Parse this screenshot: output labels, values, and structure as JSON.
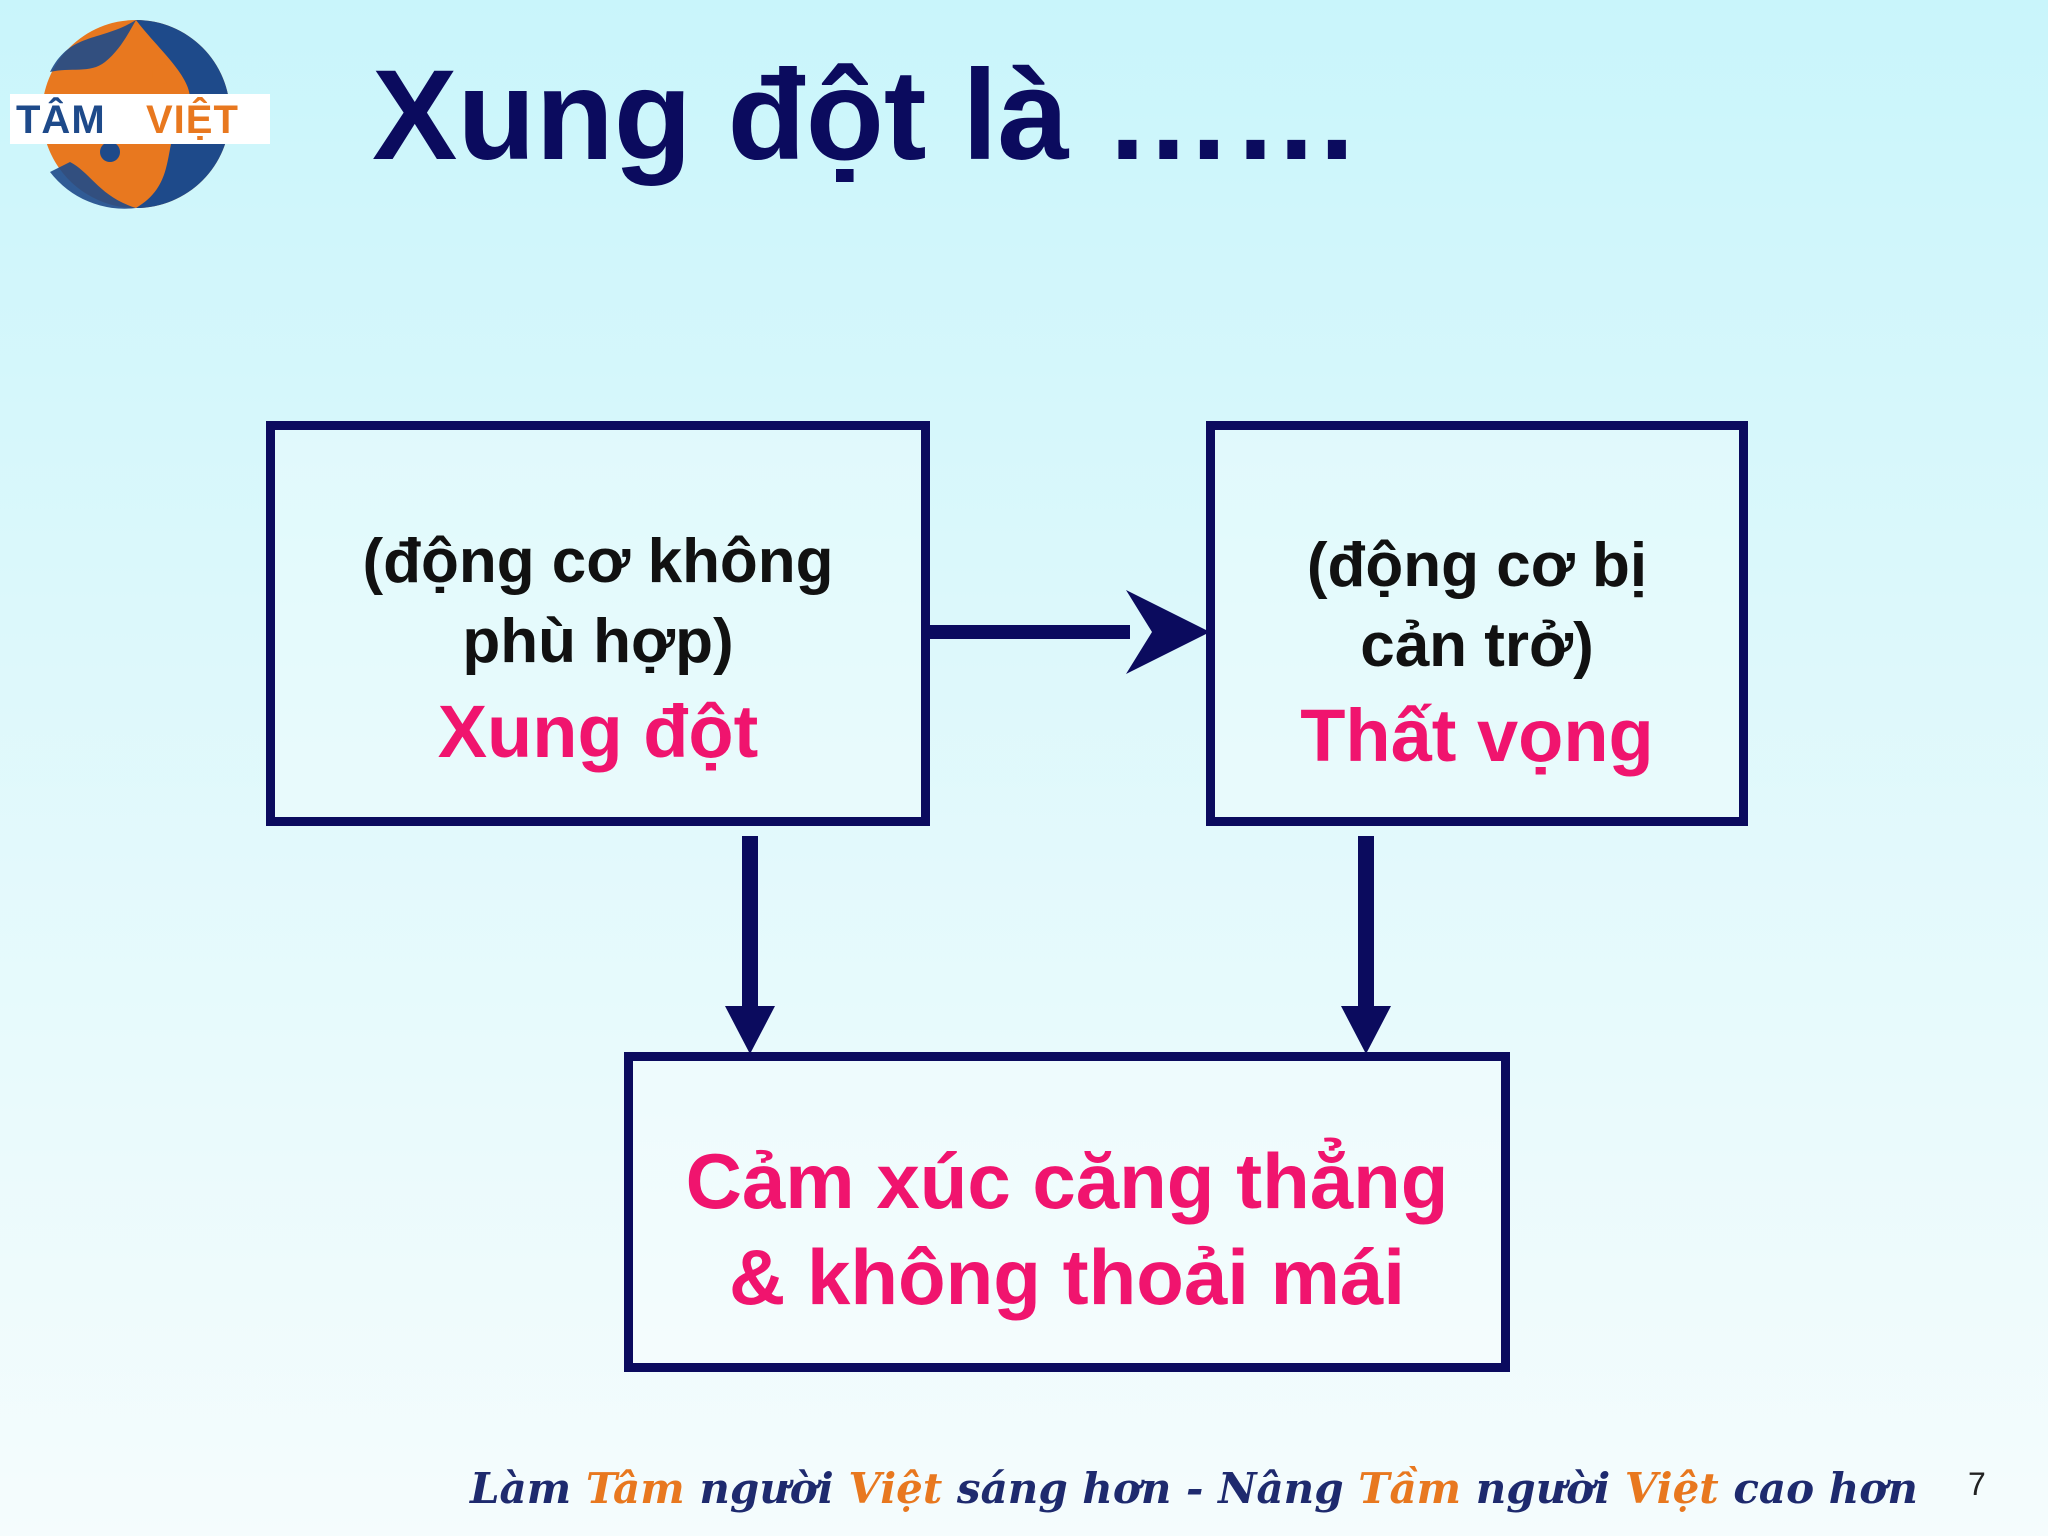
{
  "logo": {
    "word1": "TÂM",
    "word2": "VIỆT",
    "colors": {
      "navy": "#1e4a8a",
      "orange": "#e8781f"
    }
  },
  "title": "Xung đột là ……",
  "boxes": {
    "conflict": {
      "line1": "(động cơ không",
      "line2": "phù hợp)",
      "label": "Xung đột"
    },
    "frustration": {
      "line1": "(động cơ bị",
      "line2": "cản trở)",
      "label": "Thất vọng"
    },
    "emotion": {
      "line1": "Cảm xúc căng thẳng",
      "line2": "& không thoải mái"
    }
  },
  "footer": {
    "p1": "Làm ",
    "p2": "Tâm",
    "p3": " người ",
    "p4": "Việt",
    "p5": " sáng hơn - Nâng ",
    "p6": "Tầm",
    "p7": " người ",
    "p8": "Việt",
    "p9": " cao hơn"
  },
  "page_number": "7",
  "colors": {
    "navy": "#0b0b5e",
    "accent": "#f0146e",
    "text": "#111111"
  }
}
